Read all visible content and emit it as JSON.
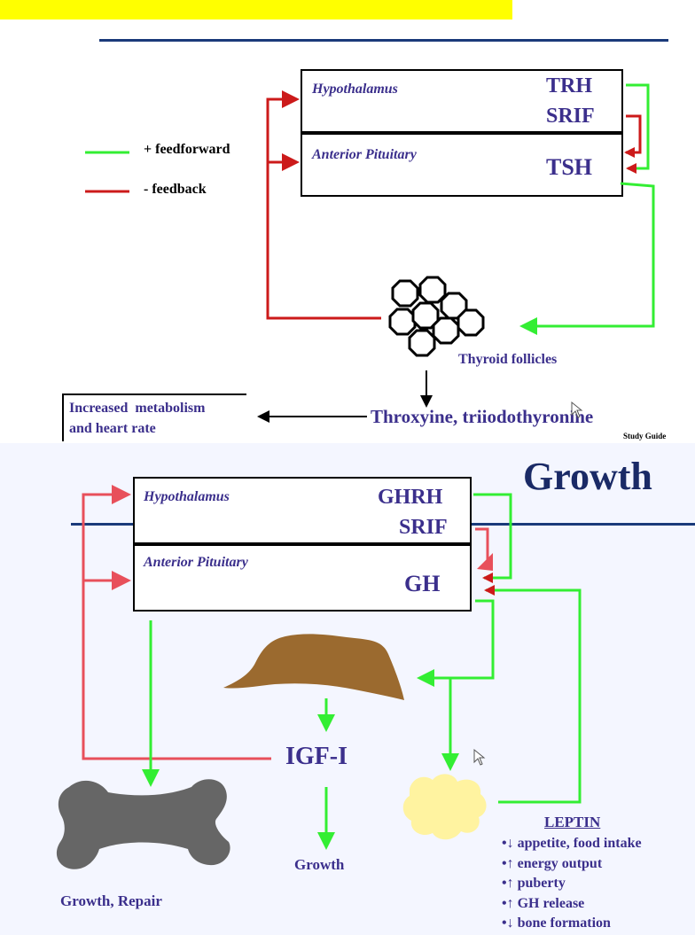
{
  "legend": {
    "feedforward_label": "+ feedforward",
    "feedback_label": "- feedback",
    "feedforward_color": "#33ee33",
    "feedback_color": "#cc1a1a"
  },
  "thyroid_axis": {
    "hypothalamus_label": "Hypothalamus",
    "hypothalamus_hormones": [
      "TRH",
      "SRIF"
    ],
    "pituitary_label": "Anterior Pituitary",
    "pituitary_hormone": "TSH",
    "target_label": "Thyroid follicles",
    "product_label": "Throxyine, triiodothyronine",
    "effect_text_line1": "Increased  metabolism",
    "effect_text_line2": "and heart rate",
    "source_note": "Study Guide"
  },
  "growth_axis": {
    "title": "Growth",
    "hypothalamus_label": "Hypothalamus",
    "hypothalamus_hormones": [
      "GHRH",
      "SRIF"
    ],
    "pituitary_label": "Anterior Pituitary",
    "pituitary_hormone": "GH",
    "liver_product": "IGF-I",
    "igf_effect": "Growth",
    "bone_effect": "Growth, Repair",
    "feedback_color": "#e8505b",
    "liver_color": "#9b6a2f",
    "fat_color": "#fff3a0",
    "bone_color": "#666666",
    "leptin": {
      "title": "LEPTIN",
      "effects": [
        "•↓ appetite, food intake",
        "•↑ energy output",
        "•↑ puberty",
        "•↑ GH release",
        "•↓ bone formation"
      ]
    }
  },
  "icons": [
    "mouse-pointer-icon"
  ]
}
